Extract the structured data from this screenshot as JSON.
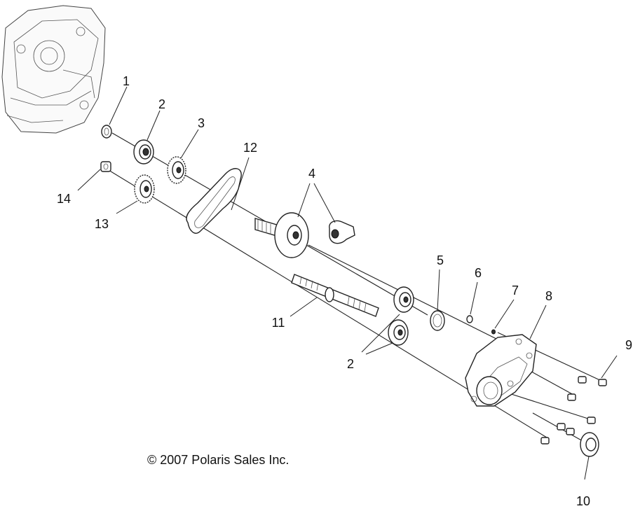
{
  "diagram": {
    "callouts": [
      {
        "id": "c1",
        "label": "1"
      },
      {
        "id": "c2a",
        "label": "2"
      },
      {
        "id": "c3",
        "label": "3"
      },
      {
        "id": "c12",
        "label": "12"
      },
      {
        "id": "c4",
        "label": "4"
      },
      {
        "id": "c14",
        "label": "14"
      },
      {
        "id": "c13",
        "label": "13"
      },
      {
        "id": "c5",
        "label": "5"
      },
      {
        "id": "c6",
        "label": "6"
      },
      {
        "id": "c7",
        "label": "7"
      },
      {
        "id": "c8",
        "label": "8"
      },
      {
        "id": "c9",
        "label": "9"
      },
      {
        "id": "c11",
        "label": "11"
      },
      {
        "id": "c2b",
        "label": "2"
      },
      {
        "id": "c10",
        "label": "10"
      }
    ],
    "copyright": "© 2007 Polaris Sales Inc."
  }
}
